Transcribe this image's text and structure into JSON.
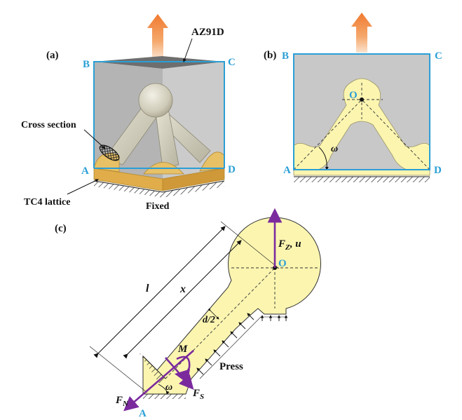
{
  "labels": {
    "panel_a": "(a)",
    "panel_b": "(b)",
    "panel_c": "(c)",
    "az91d": "AZ91D",
    "cross_section": "Cross section",
    "tc4_lattice": "TC4 lattice",
    "fixed": "Fixed",
    "press": "Press"
  },
  "corners": {
    "A": "A",
    "B": "B",
    "C": "C",
    "D": "D",
    "O": "O"
  },
  "symbols": {
    "omega": "ω",
    "l": "l",
    "x": "x",
    "d": "d",
    "half": "/2",
    "M": "M",
    "F": "F",
    "sub_Z": "Z",
    "comma_u": ", u",
    "sub_N": "N",
    "sub_S": "S"
  },
  "colors": {
    "frame_blue": "#2a9fd6",
    "lattice_yellow": "#fbf5b0",
    "matrix_gray": "#c8c8c8",
    "force_purple": "#7b2a9e",
    "tc4_gold": "#e0ad4a",
    "load_arrow_orange": "#f08a3a"
  }
}
